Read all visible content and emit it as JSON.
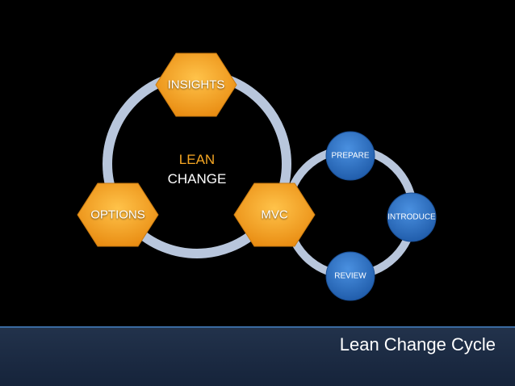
{
  "center": {
    "line1": "LEAN",
    "line2": "CHANGE",
    "line1_color": "#f5a623"
  },
  "hexagons": [
    {
      "id": "insights",
      "label": "INSIGHTS"
    },
    {
      "id": "options",
      "label": "OPTIONS"
    },
    {
      "id": "mvc",
      "label": "MVC"
    }
  ],
  "circles": [
    {
      "id": "prepare",
      "label": "PREPARE"
    },
    {
      "id": "introduce",
      "label": "INTRODUCE"
    },
    {
      "id": "review",
      "label": "REVIEW"
    }
  ],
  "footer": {
    "title": "Lean Change Cycle"
  },
  "colors": {
    "hex_fill": "#f5a020",
    "circle_fill": "#2f73c4",
    "ring": "#b8c6dc",
    "footer_bg": "#1c2b44"
  }
}
